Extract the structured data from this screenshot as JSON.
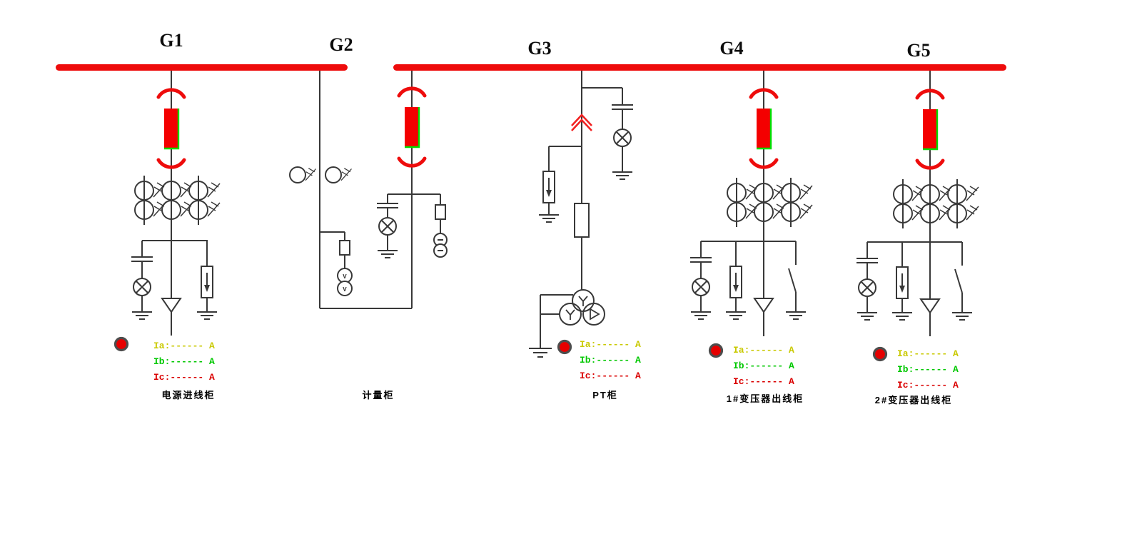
{
  "colors": {
    "bus": "#ee0c0c",
    "breaker_fill": "#f40000",
    "breaker_edge": "#00dd00",
    "line": "#383838",
    "phase_a": "#c9c900",
    "phase_b": "#00c800",
    "phase_c": "#da0000",
    "indicator_fill": "#e60000",
    "indicator_ring": "#4d4d4d"
  },
  "feeders": {
    "g1": {
      "label": "G1",
      "cabinet": "电源进线柜",
      "readings": [
        {
          "name": "phase-a-current",
          "text": "Ia:------ A",
          "color": "#c9c900"
        },
        {
          "name": "phase-b-current",
          "text": "Ib:------ A",
          "color": "#00c800"
        },
        {
          "name": "phase-c-current",
          "text": "Ic:------ A",
          "color": "#da0000"
        }
      ]
    },
    "g2": {
      "label": "G2",
      "cabinet": "计量柜",
      "voltmeter_letter": "V"
    },
    "g3": {
      "label": "G3",
      "cabinet": "PT柜",
      "readings": [
        {
          "name": "phase-a-current",
          "text": "Ia:------ A",
          "color": "#c9c900"
        },
        {
          "name": "phase-b-current",
          "text": "Ib:------ A",
          "color": "#00c800"
        },
        {
          "name": "phase-c-current",
          "text": "Ic:------ A",
          "color": "#da0000"
        }
      ]
    },
    "g4": {
      "label": "G4",
      "cabinet": "1#变压器出线柜",
      "readings": [
        {
          "name": "phase-a-current",
          "text": "Ia:------ A",
          "color": "#c9c900"
        },
        {
          "name": "phase-b-current",
          "text": "Ib:------ A",
          "color": "#00c800"
        },
        {
          "name": "phase-c-current",
          "text": "Ic:------ A",
          "color": "#da0000"
        }
      ]
    },
    "g5": {
      "label": "G5",
      "cabinet": "2#变压器出线柜",
      "readings": [
        {
          "name": "phase-a-current",
          "text": "Ia:------ A",
          "color": "#c9c900"
        },
        {
          "name": "phase-b-current",
          "text": "Ib:------ A",
          "color": "#00c800"
        },
        {
          "name": "phase-c-current",
          "text": "Ic:------ A",
          "color": "#da0000"
        }
      ]
    }
  }
}
